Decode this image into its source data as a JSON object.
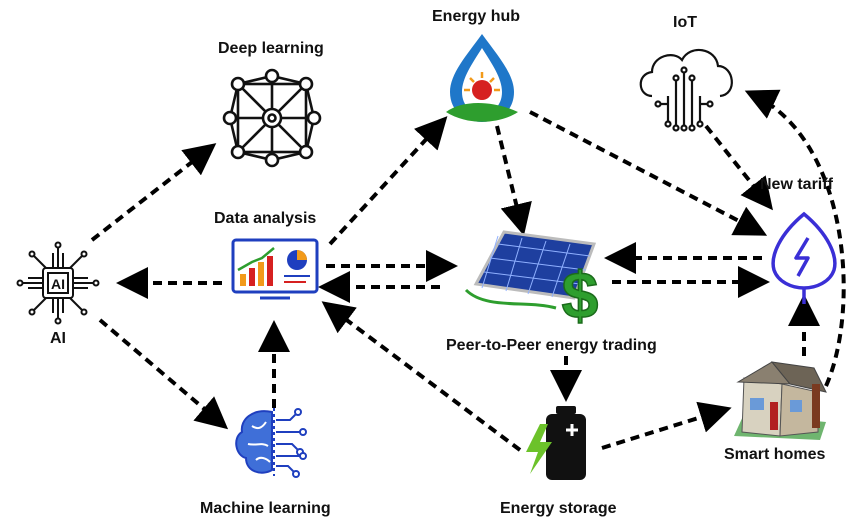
{
  "nodes": {
    "ai": {
      "label": "AI"
    },
    "deep_learning": {
      "label": "Deep learning"
    },
    "data_analysis": {
      "label": "Data analysis"
    },
    "machine_learning": {
      "label": "Machine learning"
    },
    "energy_hub": {
      "label": "Energy hub"
    },
    "iot": {
      "label": "IoT"
    },
    "new_tariff": {
      "label": "New tariff"
    },
    "p2p": {
      "label": "Peer-to-Peer energy trading"
    },
    "energy_storage": {
      "label": "Energy storage"
    },
    "smart_homes": {
      "label": "Smart homes"
    }
  },
  "icons": {
    "ai": "ai-chip-icon",
    "deep_learning": "neural-network-icon",
    "data_analysis": "analytics-monitor-icon",
    "machine_learning": "brain-circuit-icon",
    "energy_hub": "energy-drop-icon",
    "iot": "cloud-circuit-icon",
    "new_tariff": "leaf-bolt-icon",
    "p2p": "solar-panel-dollar-icon",
    "energy_storage": "battery-icon",
    "smart_homes": "house-icon"
  },
  "colors": {
    "arrow": "#000000",
    "accent_blue": "#1f3fbf",
    "accent_green": "#2e9e2e",
    "accent_red": "#d62020",
    "accent_orange": "#f29a1a",
    "tariff_purple": "#3a2fd6"
  }
}
